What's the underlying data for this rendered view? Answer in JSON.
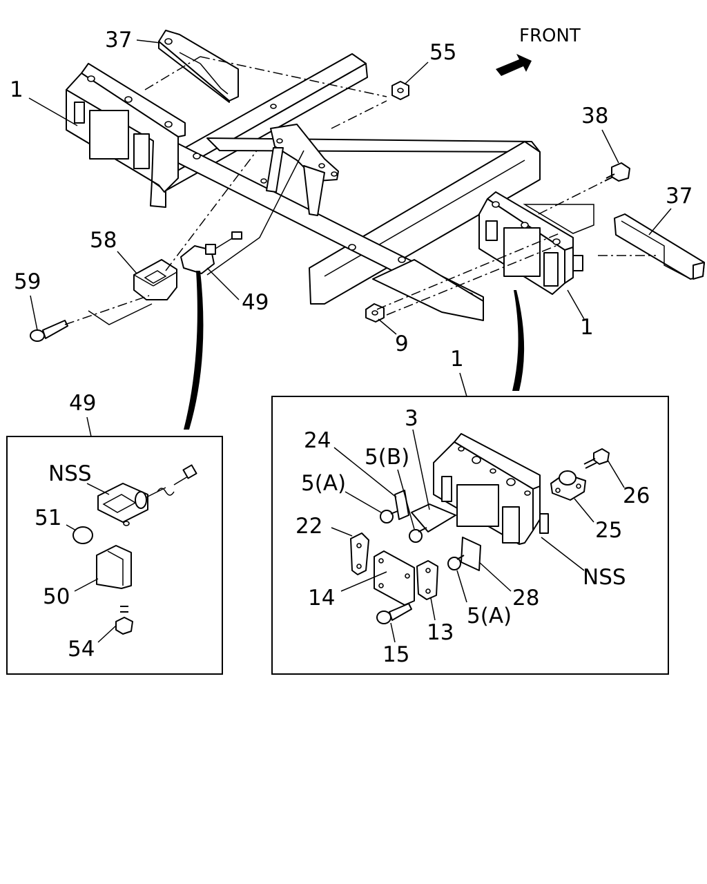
{
  "direction": {
    "front_label": "FRONT"
  },
  "callouts": {
    "c37_top": "37",
    "c1_left": "1",
    "c55": "55",
    "c38": "38",
    "c37_right": "37",
    "c58": "58",
    "c59": "59",
    "c49": "49",
    "c9": "9",
    "c1_right": "1"
  },
  "inset_49": {
    "title": "49",
    "labels": {
      "nss": "NSS",
      "p51": "51",
      "p50": "50",
      "p54": "54"
    }
  },
  "inset_1": {
    "title": "1",
    "labels": {
      "p3": "3",
      "p24": "24",
      "p5b": "5(B)",
      "p5a_top": "5(A)",
      "p22": "22",
      "p14": "14",
      "p15": "15",
      "p13": "13",
      "p5a_bottom": "5(A)",
      "p28": "28",
      "p26": "26",
      "p25": "25",
      "nss": "NSS"
    }
  }
}
